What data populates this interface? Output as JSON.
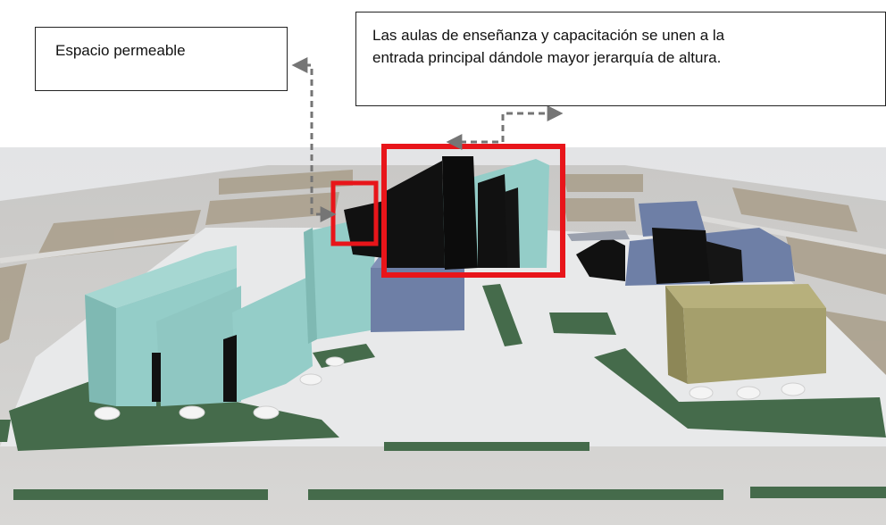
{
  "callouts": {
    "permeable": {
      "text": "Espacio permeable"
    },
    "classrooms": {
      "line1": "Las aulas de enseñanza y capacitación se unen a la",
      "line2": "entrada principal dándole mayor jerarquía de altura."
    }
  },
  "colors": {
    "highlight_box": "#e8151a",
    "connector_arrow": "#757575",
    "teaching_blocks": "#94cdc8",
    "volumes_blue": "#6e7fa6",
    "volume_olive": "#a59f6c",
    "green_areas": "#456b4b",
    "plaza_paving": "#e8e9ea",
    "surrounding_lots": "#a99e8a"
  }
}
